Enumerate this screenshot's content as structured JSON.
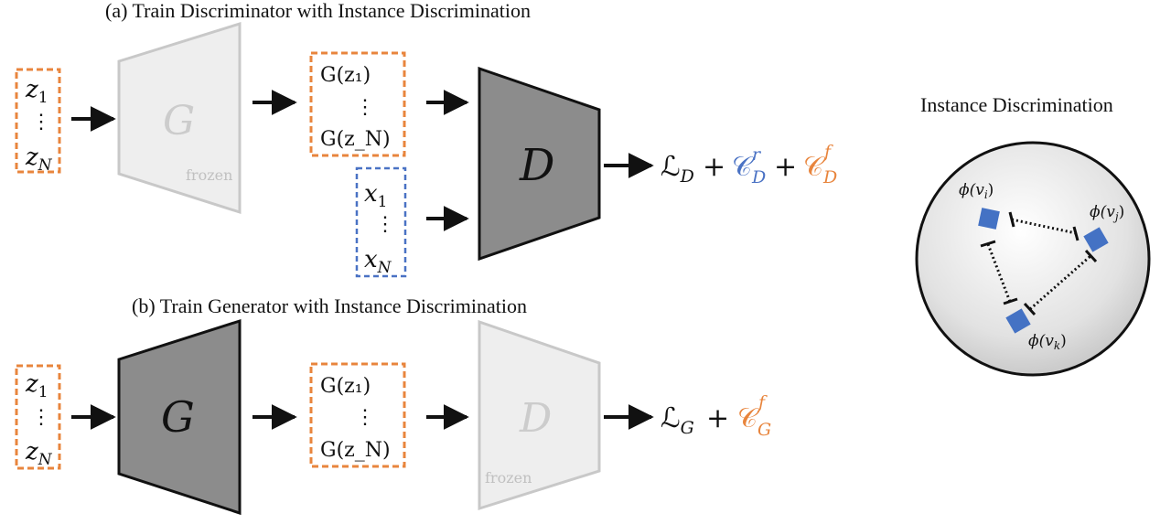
{
  "diagram": {
    "panel_a": {
      "title": "(a) Train Discriminator with Instance Discrimination",
      "latent": {
        "top_var": "z",
        "top_sub": "1",
        "dots": "⋮",
        "bot_var": "z",
        "bot_sub": "N"
      },
      "generator": {
        "letter": "G",
        "note": "frozen"
      },
      "gen_outputs": {
        "top": "G(z₁)",
        "dots": "⋮",
        "bot": "G(z_N)"
      },
      "real": {
        "top_var": "x",
        "top_sub": "1",
        "dots": "⋮",
        "bot_var": "x",
        "bot_sub": "N"
      },
      "discriminator": {
        "letter": "D"
      },
      "loss": {
        "L": "ℒ",
        "L_sub": "D",
        "plus": "+",
        "C1": "𝒞",
        "C1_sub": "D",
        "C1_sup": "r",
        "C2": "𝒞",
        "C2_sub": "D",
        "C2_sup": "f"
      }
    },
    "panel_b": {
      "title": "(b) Train Generator with Instance Discrimination",
      "latent": {
        "top_var": "z",
        "top_sub": "1",
        "dots": "⋮",
        "bot_var": "z",
        "bot_sub": "N"
      },
      "generator": {
        "letter": "G"
      },
      "gen_outputs": {
        "top": "G(z₁)",
        "dots": "⋮",
        "bot": "G(z_N)"
      },
      "discriminator": {
        "letter": "D",
        "note": "frozen"
      },
      "loss": {
        "L": "ℒ",
        "L_sub": "G",
        "plus": "+",
        "C": "𝒞",
        "C_sub": "G",
        "C_sup": "f"
      }
    },
    "instance_panel": {
      "title": "Instance Discrimination",
      "points": [
        {
          "label": "ϕ(v",
          "sub": "i",
          "close": ")"
        },
        {
          "label": "ϕ(v",
          "sub": "j",
          "close": ")"
        },
        {
          "label": "ϕ(v",
          "sub": "k",
          "close": ")"
        }
      ]
    },
    "colors": {
      "orange": "#E8853D",
      "blue": "#4A72C4",
      "dark_trapezoid": "#8c8c8c",
      "light_trapezoid": "#eeeeee",
      "light_stroke": "#c8c8c8",
      "point": "#4472C4"
    }
  }
}
